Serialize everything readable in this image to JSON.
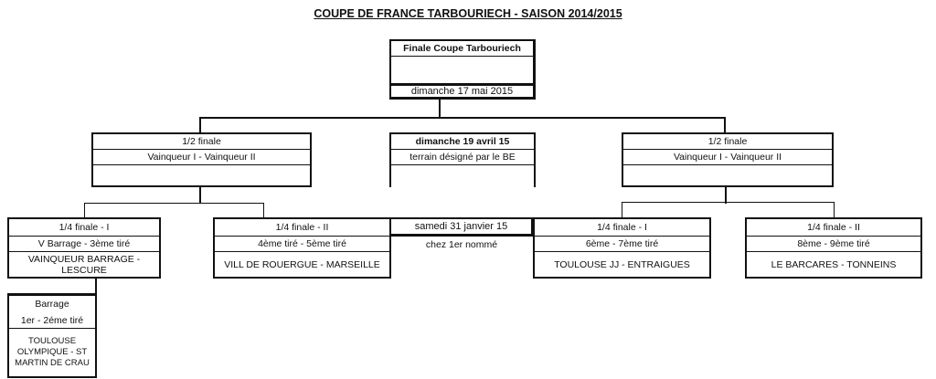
{
  "title": "COUPE DE FRANCE TARBOURIECH - SAISON 2014/2015",
  "final": {
    "header": "Finale Coupe Tarbouriech",
    "date": "dimanche 17 mai 2015"
  },
  "semi_left": {
    "round": "1/2 finale",
    "match": "Vainqueur I - Vainqueur II"
  },
  "semi_info": {
    "date": "dimanche 19 avril 15",
    "venue": "terrain désigné par le BE"
  },
  "semi_right": {
    "round": "1/2 finale",
    "match": "Vainqueur I - Vainqueur II"
  },
  "quarter_info": {
    "date": "samedi 31 janvier 15",
    "venue": "chez 1er nommé"
  },
  "quarters": [
    {
      "round": "1/4 finale - I",
      "draw": "V Barrage  - 3ème  tiré",
      "teams": "VAINQUEUR BARRAGE - LESCURE"
    },
    {
      "round": "1/4 finale - II",
      "draw": "4ème tiré - 5ème tiré",
      "teams": "VILL DE ROUERGUE - MARSEILLE"
    },
    {
      "round": "1/4 finale - I",
      "draw": "6ème  - 7ème tiré",
      "teams": "TOULOUSE JJ - ENTRAIGUES"
    },
    {
      "round": "1/4 finale - II",
      "draw": "8ème  - 9ème tiré",
      "teams": "LE BARCARES - TONNEINS"
    }
  ],
  "barrage": {
    "round": "Barrage",
    "draw": "1er  - 2éme tiré",
    "teams": "TOULOUSE OLYMPIQUE - ST MARTIN DE CRAU"
  }
}
